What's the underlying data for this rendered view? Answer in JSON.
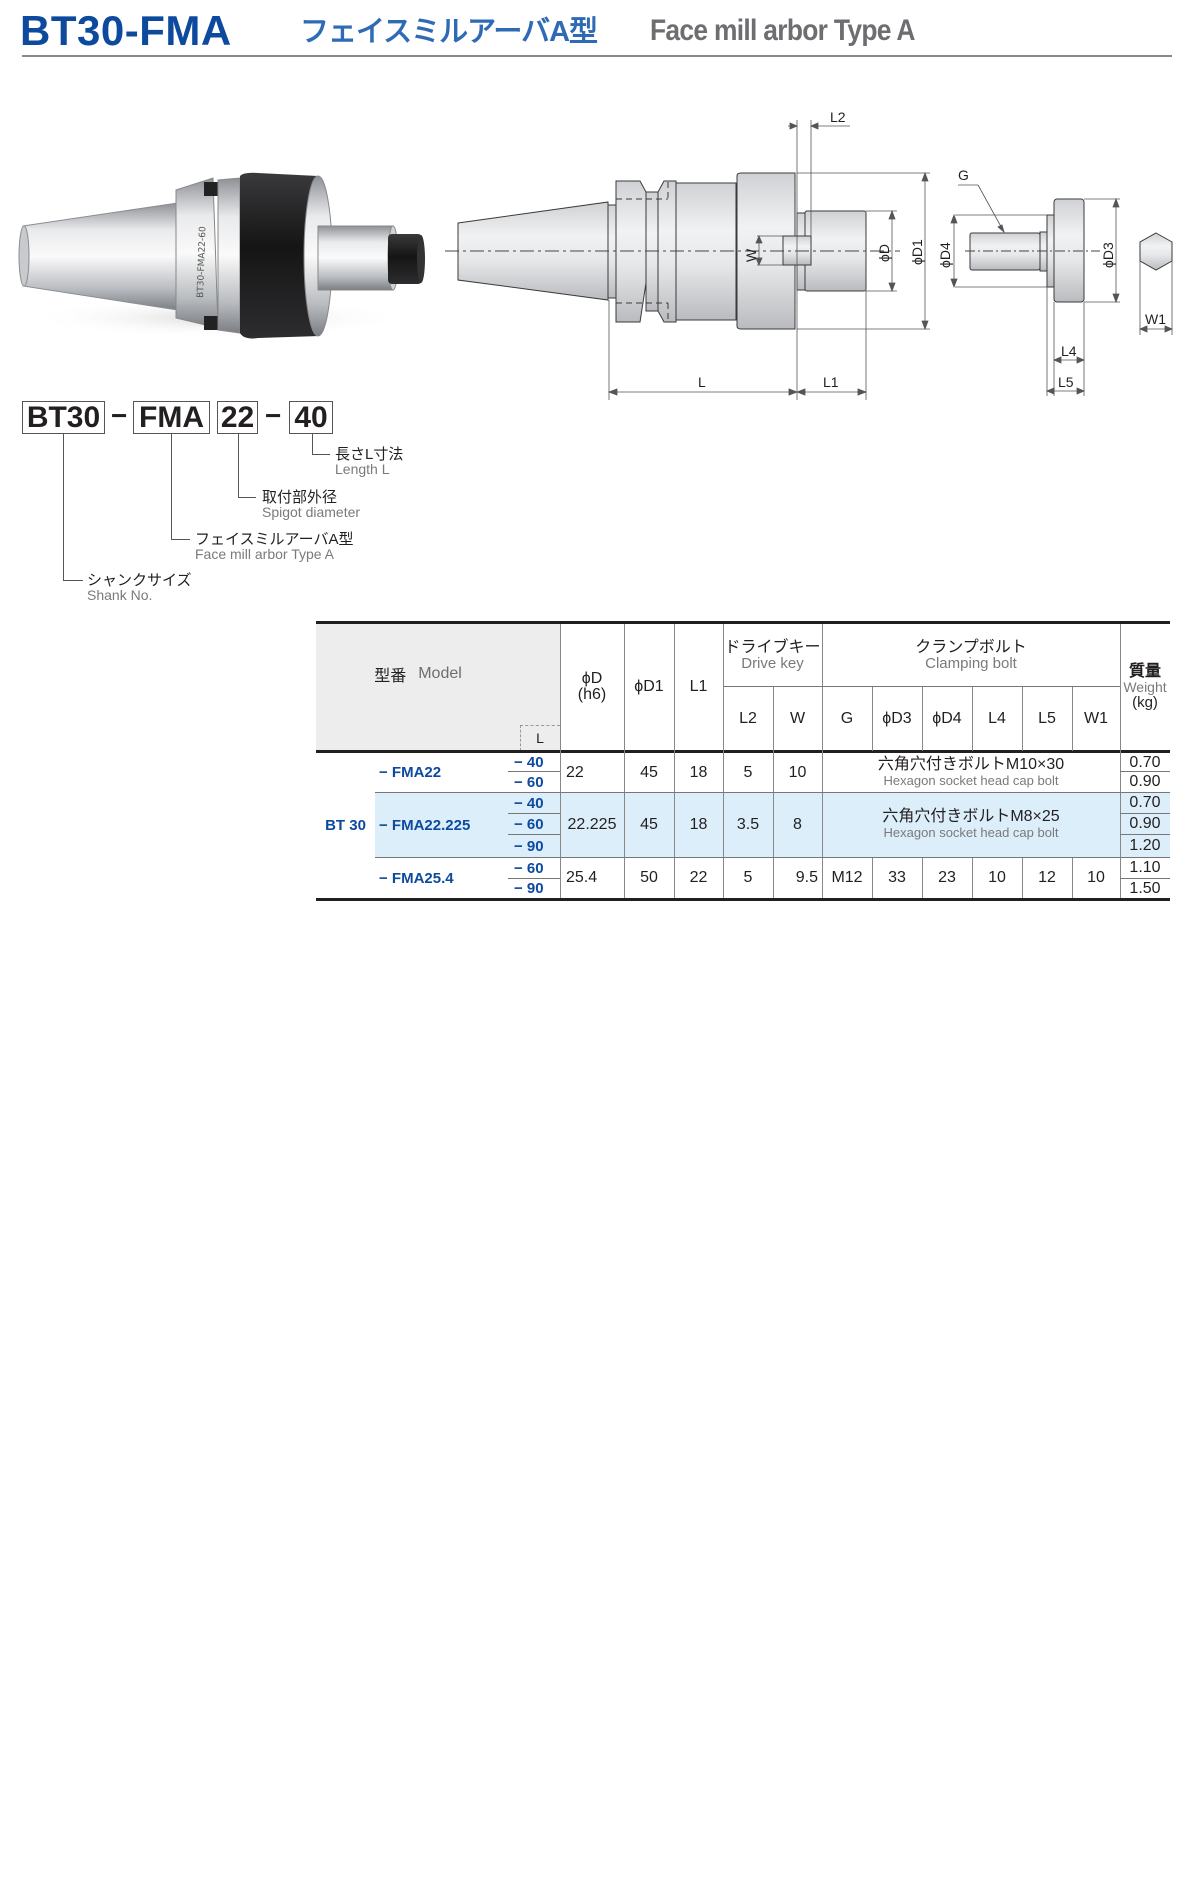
{
  "header": {
    "title": "BT30-FMA",
    "subtitle_jp": "フェイスミルアーバA型",
    "subtitle_en": "Face mill arbor Type A"
  },
  "colors": {
    "title_blue": "#0d4a9e",
    "subtitle_blue": "#2f6bb5",
    "subtitle_gray": "#6d6e71",
    "header_bg": "#ededed",
    "highlight_bg": "#ddeefb"
  },
  "drawing": {
    "arbor_labels": {
      "L2": "L2",
      "W": "W",
      "D": "ϕD",
      "D1": "ϕD1",
      "L": "L",
      "L1": "L1"
    },
    "bolt_labels": {
      "G": "G",
      "D4": "ϕD4",
      "D3": "ϕD3",
      "L4": "L4",
      "L5": "L5",
      "W1": "W1"
    }
  },
  "model_code": {
    "parts": [
      {
        "text": "BT30"
      },
      {
        "text": "FMA"
      },
      {
        "text": "22"
      },
      {
        "text": "40"
      }
    ],
    "dash": "−",
    "labels": [
      {
        "jp": "長さL寸法",
        "en": "Length L"
      },
      {
        "jp": "取付部外径",
        "en": "Spigot diameter"
      },
      {
        "jp": "フェイスミルアーバA型",
        "en": "Face mill arbor Type A"
      },
      {
        "jp": "シャンクサイズ",
        "en": "Shank No."
      }
    ]
  },
  "table": {
    "headers": {
      "model_jp": "型番",
      "model_en": "Model",
      "L": "L",
      "D": "ϕD",
      "D_tol": "(h6)",
      "D1": "ϕD1",
      "L1": "L1",
      "drive_key_jp": "ドライブキー",
      "drive_key_en": "Drive key",
      "L2": "L2",
      "W": "W",
      "clamp_jp": "クランプボルト",
      "clamp_en": "Clamping bolt",
      "G": "G",
      "D3": "ϕD3",
      "D4": "ϕD4",
      "L4": "L4",
      "L5": "L5",
      "W1": "W1",
      "weight_jp": "質量",
      "weight_en": "Weight",
      "weight_unit": "(kg)"
    },
    "shank": "BT 30",
    "groups": [
      {
        "model": "− FMA22",
        "lengths": [
          "− 40",
          "− 60"
        ],
        "D": "22",
        "D1": "45",
        "L1": "18",
        "L2": "5",
        "W": "10",
        "bolt_jp": "六角穴付きボルトM10×30",
        "bolt_en": "Hexagon socket head cap bolt",
        "weights": [
          "0.70",
          "0.90"
        ]
      },
      {
        "model": "− FMA22.225",
        "lengths": [
          "− 40",
          "− 60",
          "− 90"
        ],
        "D": "22.225",
        "D1": "45",
        "L1": "18",
        "L2": "3.5",
        "W": "8",
        "bolt_jp": "六角穴付きボルトM8×25",
        "bolt_en": "Hexagon socket head cap bolt",
        "weights": [
          "0.70",
          "0.90",
          "1.20"
        ]
      },
      {
        "model": "− FMA25.4",
        "lengths": [
          "− 60",
          "− 90"
        ],
        "D": "25.4",
        "D1": "50",
        "L1": "22",
        "L2": "5",
        "W": "9.5",
        "G": "M12",
        "D3": "33",
        "D4": "23",
        "L4": "10",
        "L5": "12",
        "W1": "10",
        "weights": [
          "1.10",
          "1.50"
        ]
      }
    ]
  }
}
